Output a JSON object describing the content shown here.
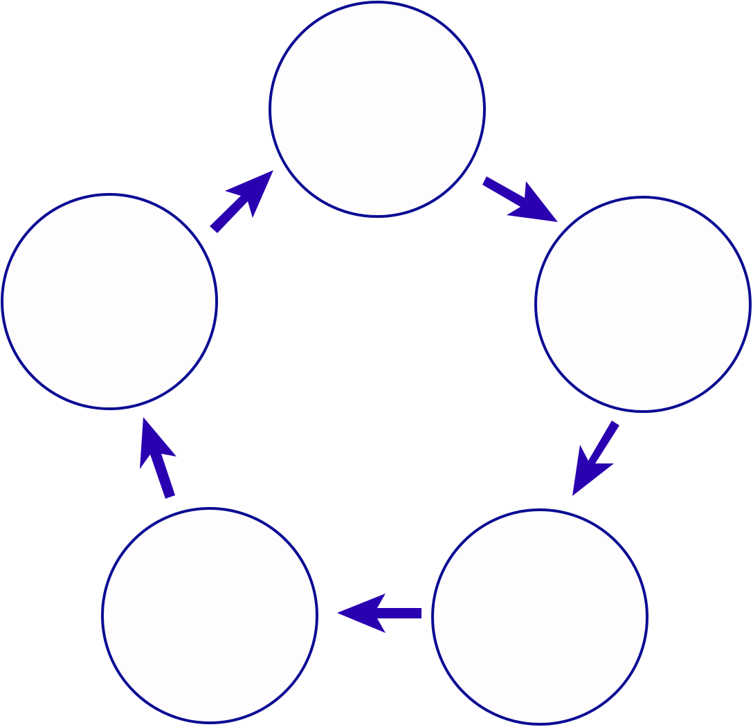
{
  "diagram": {
    "type": "cycle",
    "node_count": 5,
    "direction": "clockwise",
    "nodes": [
      {
        "id": "node-top",
        "label": ""
      },
      {
        "id": "node-right",
        "label": ""
      },
      {
        "id": "node-bottom-right",
        "label": ""
      },
      {
        "id": "node-bottom-left",
        "label": ""
      },
      {
        "id": "node-left",
        "label": ""
      }
    ],
    "edges": [
      {
        "from": "node-top",
        "to": "node-right"
      },
      {
        "from": "node-right",
        "to": "node-bottom-right"
      },
      {
        "from": "node-bottom-right",
        "to": "node-bottom-left"
      },
      {
        "from": "node-bottom-left",
        "to": "node-left"
      },
      {
        "from": "node-left",
        "to": "node-top"
      }
    ]
  },
  "colors": {
    "background": "#ffffff",
    "node_fill": "#fffcfd",
    "node_stroke": "#0c0c94",
    "arrow": "#2a00b0"
  }
}
